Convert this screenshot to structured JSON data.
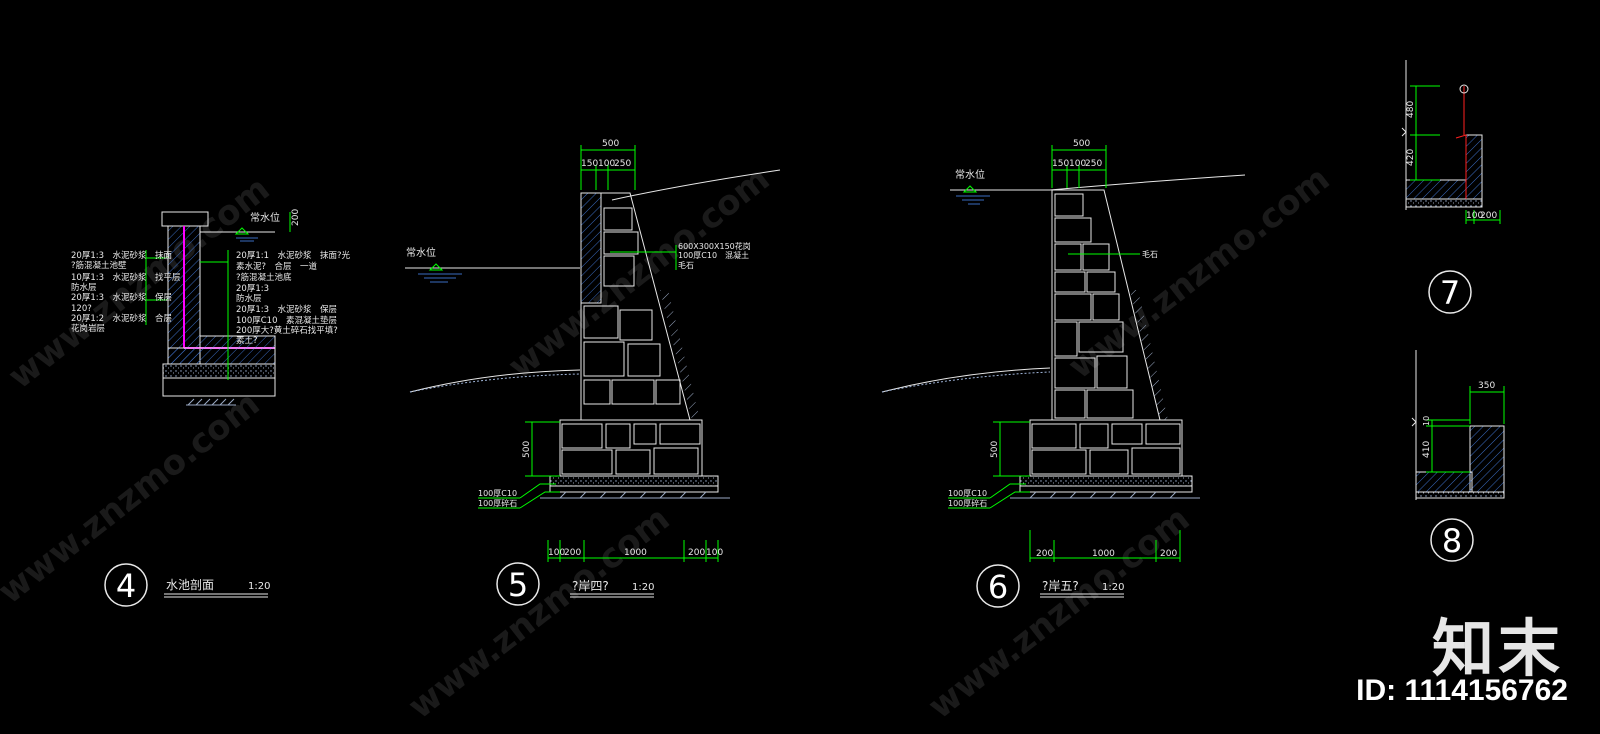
{
  "watermark": "www.znzmo.com",
  "brand": {
    "logo": "知末",
    "id_text": "ID: 1114156762"
  },
  "section4": {
    "num": "4",
    "title": "水池剖面",
    "scale": "1:20",
    "water_level": "常水位",
    "dim_right": "200",
    "left_notes": [
      "20厚1:3　水泥砂浆　抹面",
      "?筋混凝土池壁",
      "10厚1:3　水泥砂浆　找平层",
      "防水层",
      "20厚1:3　水泥砂浆　保层",
      "120?",
      "20厚1:2　水泥砂浆　合层",
      "花岗岩层"
    ],
    "right_notes": [
      "20厚1:1　水泥砂浆　抹面?光",
      "素水泥?　合层　一道",
      "?筋混凝土池底",
      "20厚1:3",
      "防水层",
      "20厚1:3　水泥砂浆　保层",
      "100厚C10　素混凝土垫层",
      "200厚大?黄土碎石找平填?",
      "素土?"
    ]
  },
  "section5": {
    "num": "5",
    "title": "?岸四?",
    "scale": "1:20",
    "water_level": "常水位",
    "top_dims": [
      "500",
      "150",
      "100",
      "250"
    ],
    "notes": [
      "600X300X150花岗",
      "100厚C10　混凝土",
      "毛石"
    ],
    "base_notes": [
      "100厚C10",
      "100厚碎石"
    ],
    "dim_500": "500",
    "bottom_dims": [
      "100",
      "200",
      "1000",
      "200",
      "100"
    ]
  },
  "section6": {
    "num": "6",
    "title": "?岸五?",
    "scale": "1:20",
    "water_level": "常水位",
    "top_dims": [
      "500",
      "150",
      "100",
      "250"
    ],
    "notes": [
      "毛石"
    ],
    "base_notes": [
      "100厚C10",
      "100厚碎石"
    ],
    "dim_500": "500",
    "bottom_dims": [
      "200",
      "1000",
      "200"
    ]
  },
  "section7": {
    "num": "7",
    "dims": [
      "480",
      "420",
      "100",
      "200"
    ]
  },
  "section8": {
    "num": "8",
    "dims": [
      "350",
      "10",
      "410"
    ]
  },
  "colors": {
    "green": "#00ff00",
    "magenta": "#ff00ff",
    "red": "#ff2020",
    "line": "#e8e8e8",
    "hatch": "#3a6bc0"
  }
}
